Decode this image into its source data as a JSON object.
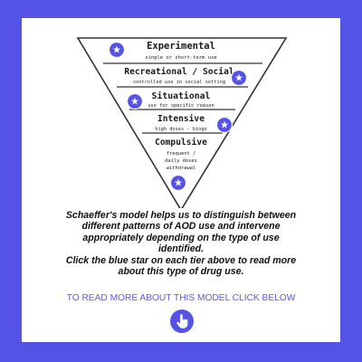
{
  "tiers": [
    {
      "title": "Experimental",
      "subtitle": "single or short-term use"
    },
    {
      "title": "Recreational / Social",
      "subtitle": "controlled use in social setting"
    },
    {
      "title": "Situational",
      "subtitle": "use for specific reason"
    },
    {
      "title": "Intensive",
      "subtitle": "high doses - binge"
    },
    {
      "title": "Compulsive",
      "subtitle_lines": [
        "frequent /",
        "daily doses",
        "withdrawal"
      ]
    }
  ],
  "description": {
    "line1": "Schaeffer's model helps us to distinguish between",
    "line2": "different patterns of AOD use and intervene",
    "line3": "appropriately depending on the type of use",
    "line4": "identified.",
    "line5": "Click the blue star on each tier above to read more",
    "line6": "about this type of drug use."
  },
  "read_more_link": "TO READ MORE ABOUT THIS MODEL CLICK BELOW",
  "icons": {
    "tier_button": "star-icon",
    "read_more_button": "hand-pointer-icon"
  },
  "colors": {
    "background": "#5453e6",
    "card": "#ffffff",
    "accent": "#5453e6",
    "link": "#5b5be0"
  }
}
